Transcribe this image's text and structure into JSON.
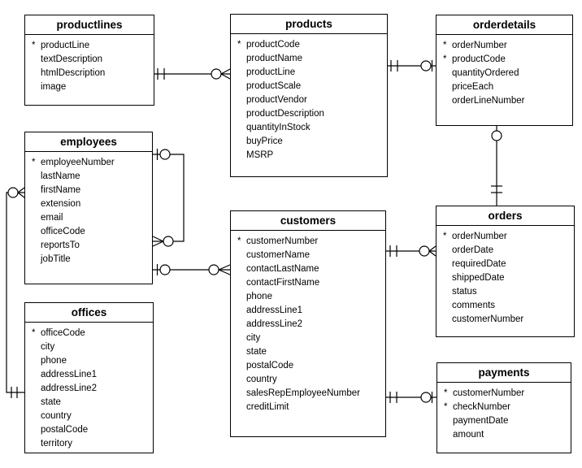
{
  "diagram": {
    "name": "classicmodels-er-diagram",
    "pk_marker": "*",
    "colors": {
      "line": "#000000",
      "background": "#ffffff",
      "text": "#000000"
    },
    "tables": [
      {
        "title": "productlines",
        "fields": [
          {
            "pk": true,
            "name": "productLine"
          },
          {
            "pk": false,
            "name": "textDescription"
          },
          {
            "pk": false,
            "name": "htmlDescription"
          },
          {
            "pk": false,
            "name": "image"
          }
        ]
      },
      {
        "title": "products",
        "fields": [
          {
            "pk": true,
            "name": "productCode"
          },
          {
            "pk": false,
            "name": "productName"
          },
          {
            "pk": false,
            "name": "productLine"
          },
          {
            "pk": false,
            "name": "productScale"
          },
          {
            "pk": false,
            "name": "productVendor"
          },
          {
            "pk": false,
            "name": "productDescription"
          },
          {
            "pk": false,
            "name": "quantityInStock"
          },
          {
            "pk": false,
            "name": "buyPrice"
          },
          {
            "pk": false,
            "name": "MSRP"
          }
        ]
      },
      {
        "title": "orderdetails",
        "fields": [
          {
            "pk": true,
            "name": "orderNumber"
          },
          {
            "pk": true,
            "name": "productCode"
          },
          {
            "pk": false,
            "name": "quantityOrdered"
          },
          {
            "pk": false,
            "name": "priceEach"
          },
          {
            "pk": false,
            "name": "orderLineNumber"
          }
        ]
      },
      {
        "title": "employees",
        "fields": [
          {
            "pk": true,
            "name": "employeeNumber"
          },
          {
            "pk": false,
            "name": "lastName"
          },
          {
            "pk": false,
            "name": "firstName"
          },
          {
            "pk": false,
            "name": "extension"
          },
          {
            "pk": false,
            "name": "email"
          },
          {
            "pk": false,
            "name": "officeCode"
          },
          {
            "pk": false,
            "name": "reportsTo"
          },
          {
            "pk": false,
            "name": "jobTitle"
          }
        ]
      },
      {
        "title": "customers",
        "fields": [
          {
            "pk": true,
            "name": "customerNumber"
          },
          {
            "pk": false,
            "name": "customerName"
          },
          {
            "pk": false,
            "name": "contactLastName"
          },
          {
            "pk": false,
            "name": "contactFirstName"
          },
          {
            "pk": false,
            "name": "phone"
          },
          {
            "pk": false,
            "name": "addressLine1"
          },
          {
            "pk": false,
            "name": "addressLine2"
          },
          {
            "pk": false,
            "name": "city"
          },
          {
            "pk": false,
            "name": "state"
          },
          {
            "pk": false,
            "name": "postalCode"
          },
          {
            "pk": false,
            "name": "country"
          },
          {
            "pk": false,
            "name": "salesRepEmployeeNumber"
          },
          {
            "pk": false,
            "name": "creditLimit"
          }
        ]
      },
      {
        "title": "orders",
        "fields": [
          {
            "pk": true,
            "name": "orderNumber"
          },
          {
            "pk": false,
            "name": "orderDate"
          },
          {
            "pk": false,
            "name": "requiredDate"
          },
          {
            "pk": false,
            "name": "shippedDate"
          },
          {
            "pk": false,
            "name": "status"
          },
          {
            "pk": false,
            "name": "comments"
          },
          {
            "pk": false,
            "name": "customerNumber"
          }
        ]
      },
      {
        "title": "offices",
        "fields": [
          {
            "pk": true,
            "name": "officeCode"
          },
          {
            "pk": false,
            "name": "city"
          },
          {
            "pk": false,
            "name": "phone"
          },
          {
            "pk": false,
            "name": "addressLine1"
          },
          {
            "pk": false,
            "name": "addressLine2"
          },
          {
            "pk": false,
            "name": "state"
          },
          {
            "pk": false,
            "name": "country"
          },
          {
            "pk": false,
            "name": "postalCode"
          },
          {
            "pk": false,
            "name": "territory"
          }
        ]
      },
      {
        "title": "payments",
        "fields": [
          {
            "pk": true,
            "name": "customerNumber"
          },
          {
            "pk": true,
            "name": "checkNumber"
          },
          {
            "pk": false,
            "name": "paymentDate"
          },
          {
            "pk": false,
            "name": "amount"
          }
        ]
      }
    ],
    "relationships": [
      {
        "from": "productlines",
        "to": "products",
        "from_end": "one-and-only-one",
        "to_end": "zero-or-many"
      },
      {
        "from": "products",
        "to": "orderdetails",
        "from_end": "one-and-only-one",
        "to_end": "zero-or-one"
      },
      {
        "from": "orderdetails",
        "to": "orders",
        "from_end": "zero-or-one",
        "to_end": "one-and-only-one"
      },
      {
        "from": "customers",
        "to": "orders",
        "from_end": "one-and-only-one",
        "to_end": "zero-or-many"
      },
      {
        "from": "customers",
        "to": "payments",
        "from_end": "one-and-only-one",
        "to_end": "zero-or-one"
      },
      {
        "from": "employees",
        "to": "customers",
        "from_end": "zero-or-one",
        "to_end": "zero-or-many"
      },
      {
        "from": "employees",
        "to": "employees",
        "from_end": "zero-or-one",
        "to_end": "zero-or-many"
      },
      {
        "from": "offices",
        "to": "employees",
        "from_end": "one-and-only-one",
        "to_end": "zero-or-many"
      }
    ]
  }
}
